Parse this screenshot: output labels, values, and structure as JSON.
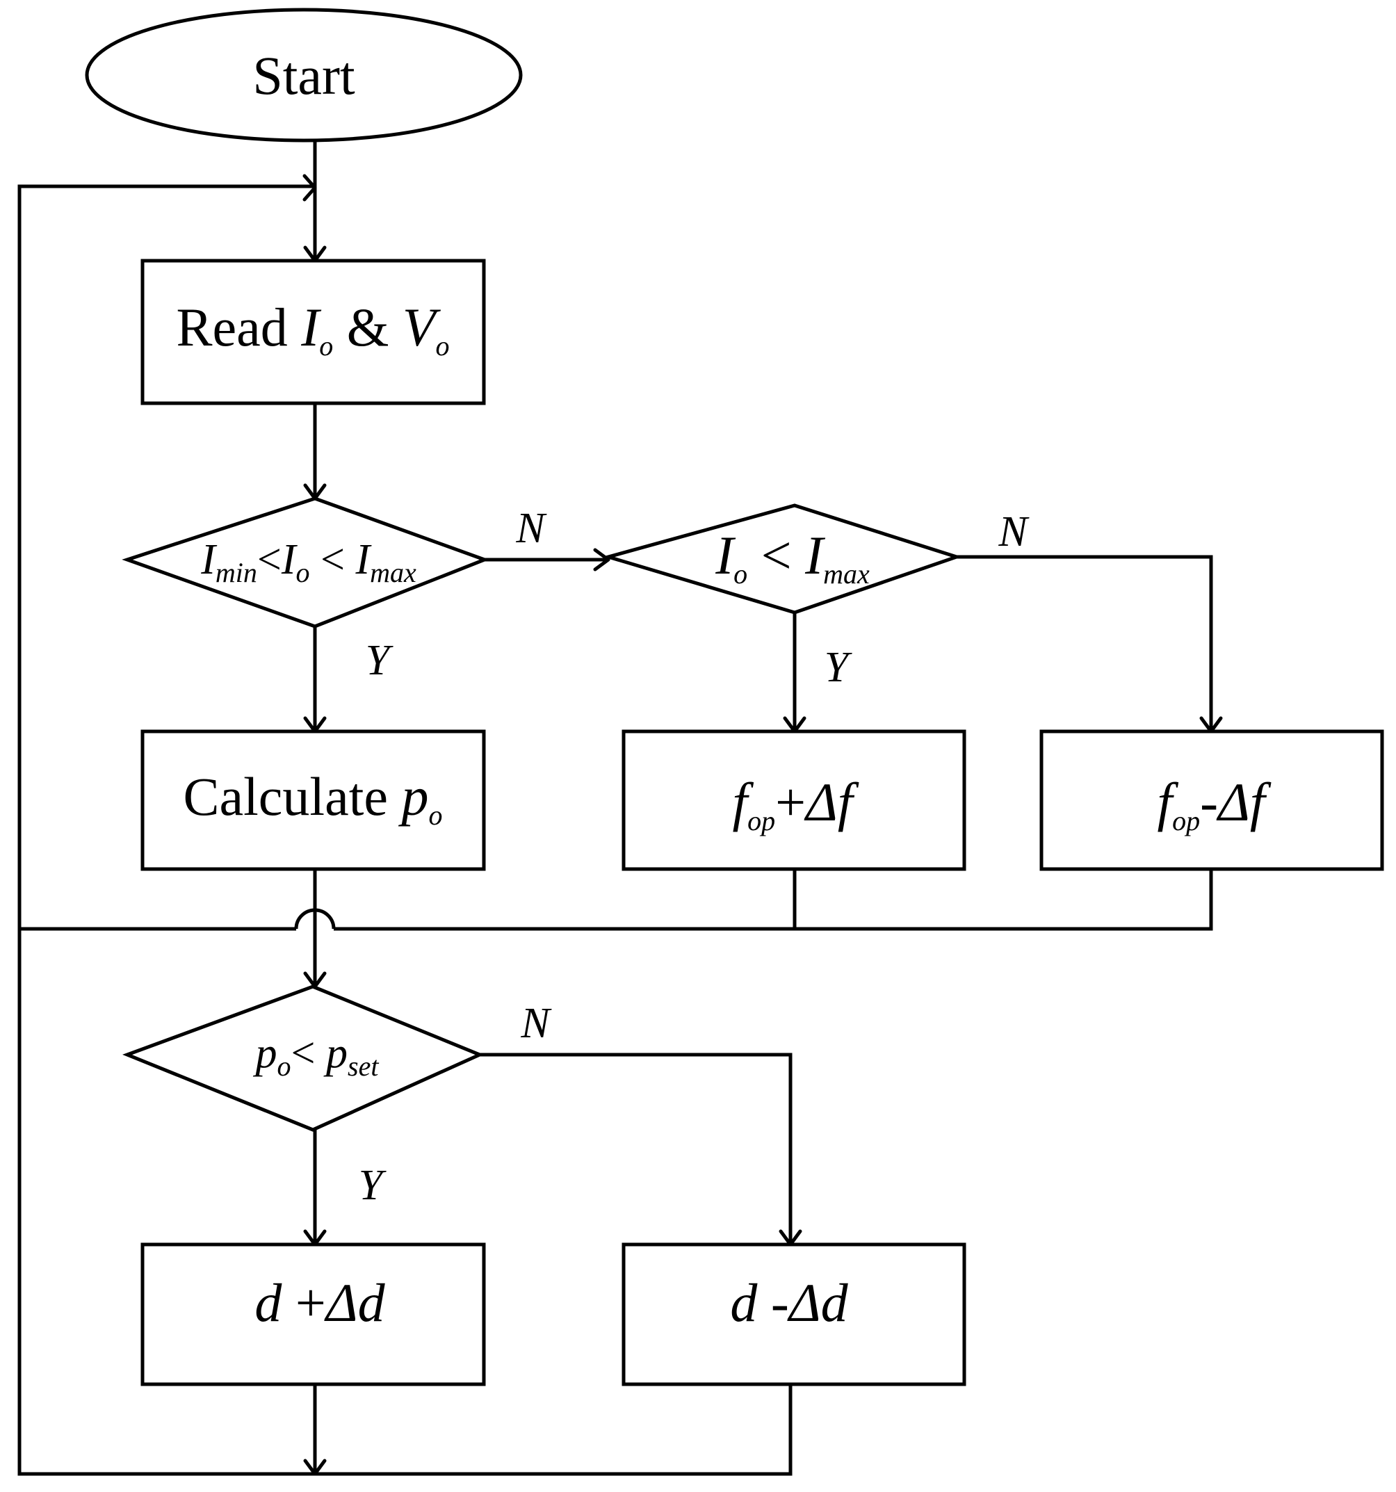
{
  "nodes": {
    "start": {
      "label": "Start"
    },
    "read": {
      "prefix": "Read ",
      "var1": "I",
      "sub1": "o",
      "joiner": " & ",
      "var2": "V",
      "sub2": "o"
    },
    "range_check": {
      "v1": "I",
      "s1": "min",
      "op1": "<",
      "v2": "I",
      "s2": "o",
      "op2": " < ",
      "v3": "I",
      "s3": "max"
    },
    "max_check": {
      "v1": "I",
      "s1": "o",
      "op": " < ",
      "v2": "I",
      "s2": "max"
    },
    "calculate": {
      "prefix": "Calculate  ",
      "var": "p",
      "sub": "o"
    },
    "freq_up": {
      "var": "f",
      "sub": "op",
      "op": "+",
      "delta": "Δf"
    },
    "freq_down": {
      "var": "f",
      "sub": "op",
      "op": "-",
      "delta": "Δf"
    },
    "power_check": {
      "v1": "p",
      "s1": "o",
      "op": "< ",
      "v2": "p",
      "s2": "set"
    },
    "duty_up": {
      "var": "d",
      "op": " +",
      "delta": "Δd"
    },
    "duty_down": {
      "var": "d",
      "op": " -",
      "delta": "Δd"
    }
  },
  "edge_labels": {
    "range_no": "N",
    "range_yes": "Y",
    "max_no": "N",
    "max_yes": "Y",
    "power_no": "N",
    "power_yes": "Y"
  }
}
